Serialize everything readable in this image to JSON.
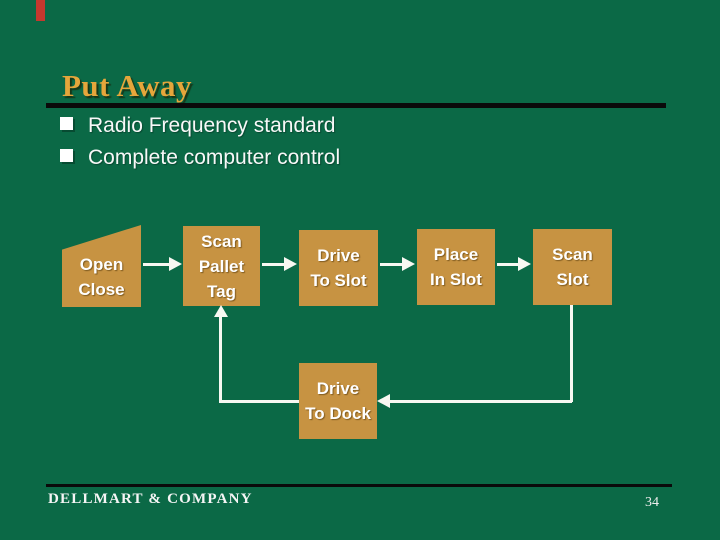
{
  "title": "Put Away",
  "bullets": [
    "Radio Frequency standard",
    "Complete computer control"
  ],
  "flowchart": {
    "nodes": [
      {
        "name": "open-close",
        "lines": [
          "Open",
          "Close"
        ]
      },
      {
        "name": "scan-pallet-tag",
        "lines": [
          "Scan",
          "Pallet",
          "Tag"
        ]
      },
      {
        "name": "drive-to-slot",
        "lines": [
          "Drive",
          "To Slot"
        ]
      },
      {
        "name": "place-in-slot",
        "lines": [
          "Place",
          "In Slot"
        ]
      },
      {
        "name": "scan-slot",
        "lines": [
          "Scan",
          "Slot"
        ]
      },
      {
        "name": "drive-to-dock",
        "lines": [
          "Drive",
          "To Dock"
        ]
      }
    ],
    "connections": [
      {
        "from": "open-close",
        "to": "scan-pallet-tag"
      },
      {
        "from": "scan-pallet-tag",
        "to": "drive-to-slot"
      },
      {
        "from": "drive-to-slot",
        "to": "place-in-slot"
      },
      {
        "from": "place-in-slot",
        "to": "scan-slot"
      },
      {
        "from": "scan-slot",
        "to": "drive-to-dock"
      },
      {
        "from": "drive-to-dock",
        "to": "scan-pallet-tag"
      }
    ]
  },
  "footer": {
    "company": "DELLMART & COMPANY",
    "page_number": "34"
  },
  "colors": {
    "background": "#0B6946",
    "box_fill": "#C79342",
    "title_gold": "#E5A63B",
    "accent_red": "#C5382E",
    "line_white": "#F8F8F2",
    "line_black": "#0A0A0A",
    "text_white": "#FFFFFF"
  }
}
